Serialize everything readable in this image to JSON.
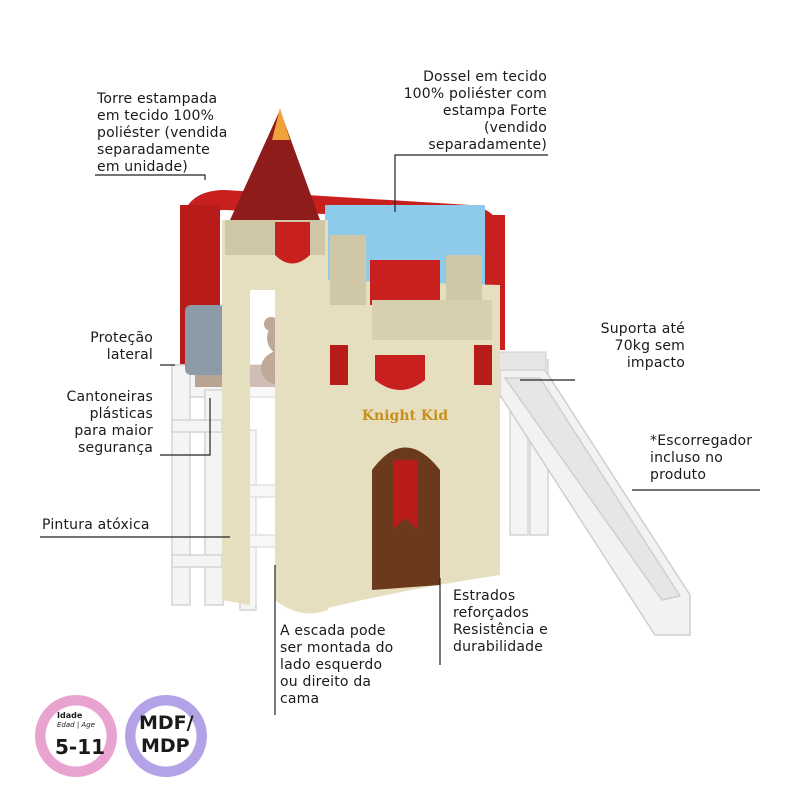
{
  "labels": {
    "torre": [
      "Torre estampada",
      "em tecido 100%",
      "poliéster (vendida",
      "separadamente",
      "em unidade)"
    ],
    "dossel": [
      "Dossel em tecido",
      "100% poliéster com",
      "estampa Forte",
      "(vendido",
      "separadamente)"
    ],
    "protecao": [
      "Proteção",
      "lateral"
    ],
    "cantoneiras": [
      "Cantoneiras",
      "plásticas",
      "para maior",
      "segurança"
    ],
    "pintura": [
      "Pintura atóxica"
    ],
    "suporta": [
      "Suporta até",
      "70kg sem",
      "impacto"
    ],
    "escorregador": [
      "*Escorregador",
      "incluso no",
      "produto"
    ],
    "estrados": [
      "Estrados",
      "reforçados",
      "Resistência e",
      "durabilidade"
    ],
    "escada": [
      "A escada pode",
      "ser montada do",
      "lado esquerdo",
      "ou direito da",
      "cama"
    ]
  },
  "banner_text": "Knight Kid",
  "badges": {
    "age": {
      "title": "Idade",
      "subtitle": "Edad | Age",
      "value": "5-11",
      "color": "#e8a3d0"
    },
    "material": {
      "line1": "MDF/",
      "line2": "MDP",
      "color": "#b3a2e6"
    }
  },
  "colors": {
    "canopy_red": "#c8201e",
    "tower_red": "#8e1c1a",
    "wall_beige": "#e6dfbf",
    "door_brown": "#6b3a1d",
    "frame_white": "#f4f4f4"
  }
}
